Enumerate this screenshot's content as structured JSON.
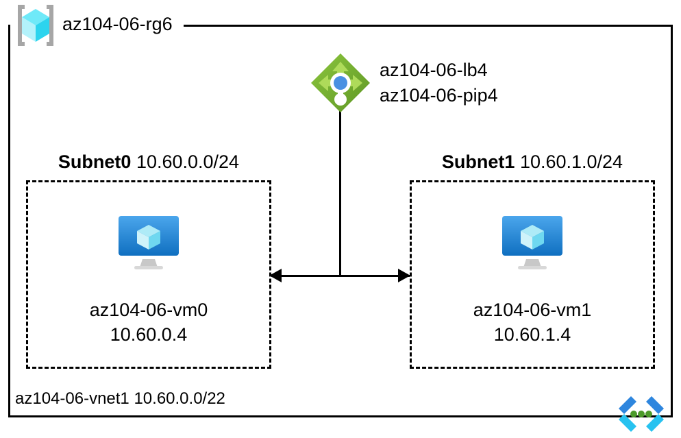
{
  "diagram": {
    "resource_group": {
      "label": "az104-06-rg6",
      "icon": "resource-group-cube-icon"
    },
    "vnet": {
      "label": "az104-06-vnet1 10.60.0.0/22",
      "icon": "virtual-network-icon"
    },
    "load_balancer": {
      "icon": "load-balancer-icon",
      "name": "az104-06-lb4",
      "public_ip": "az104-06-pip4"
    },
    "subnets": [
      {
        "name": "Subnet0",
        "cidr": "10.60.0.0/24",
        "vm": {
          "icon": "virtual-machine-icon",
          "name": "az104-06-vm0",
          "ip": "10.60.0.4"
        }
      },
      {
        "name": "Subnet1",
        "cidr": "10.60.1.0/24",
        "vm": {
          "icon": "virtual-machine-icon",
          "name": "az104-06-vm1",
          "ip": "10.60.1.4"
        }
      }
    ],
    "colors": {
      "load_balancer_green_light": "#7DB82E",
      "load_balancer_green_dark": "#5E9624",
      "load_balancer_arrow": "#A6D44A",
      "load_balancer_dot_blue": "#4A90E2",
      "vm_blue_top": "#3C9CE8",
      "vm_blue_bottom": "#1075C6",
      "vm_cube_cyan": "#8FE3F5",
      "rg_cube_cyan": "#4FE2F5",
      "rg_bracket_gray": "#A6A6A6",
      "vnet_blue": "#2E86DE",
      "vnet_cyan": "#27C2F0",
      "vnet_dot_green": "#4C9A2A",
      "line_black": "#000000"
    }
  }
}
